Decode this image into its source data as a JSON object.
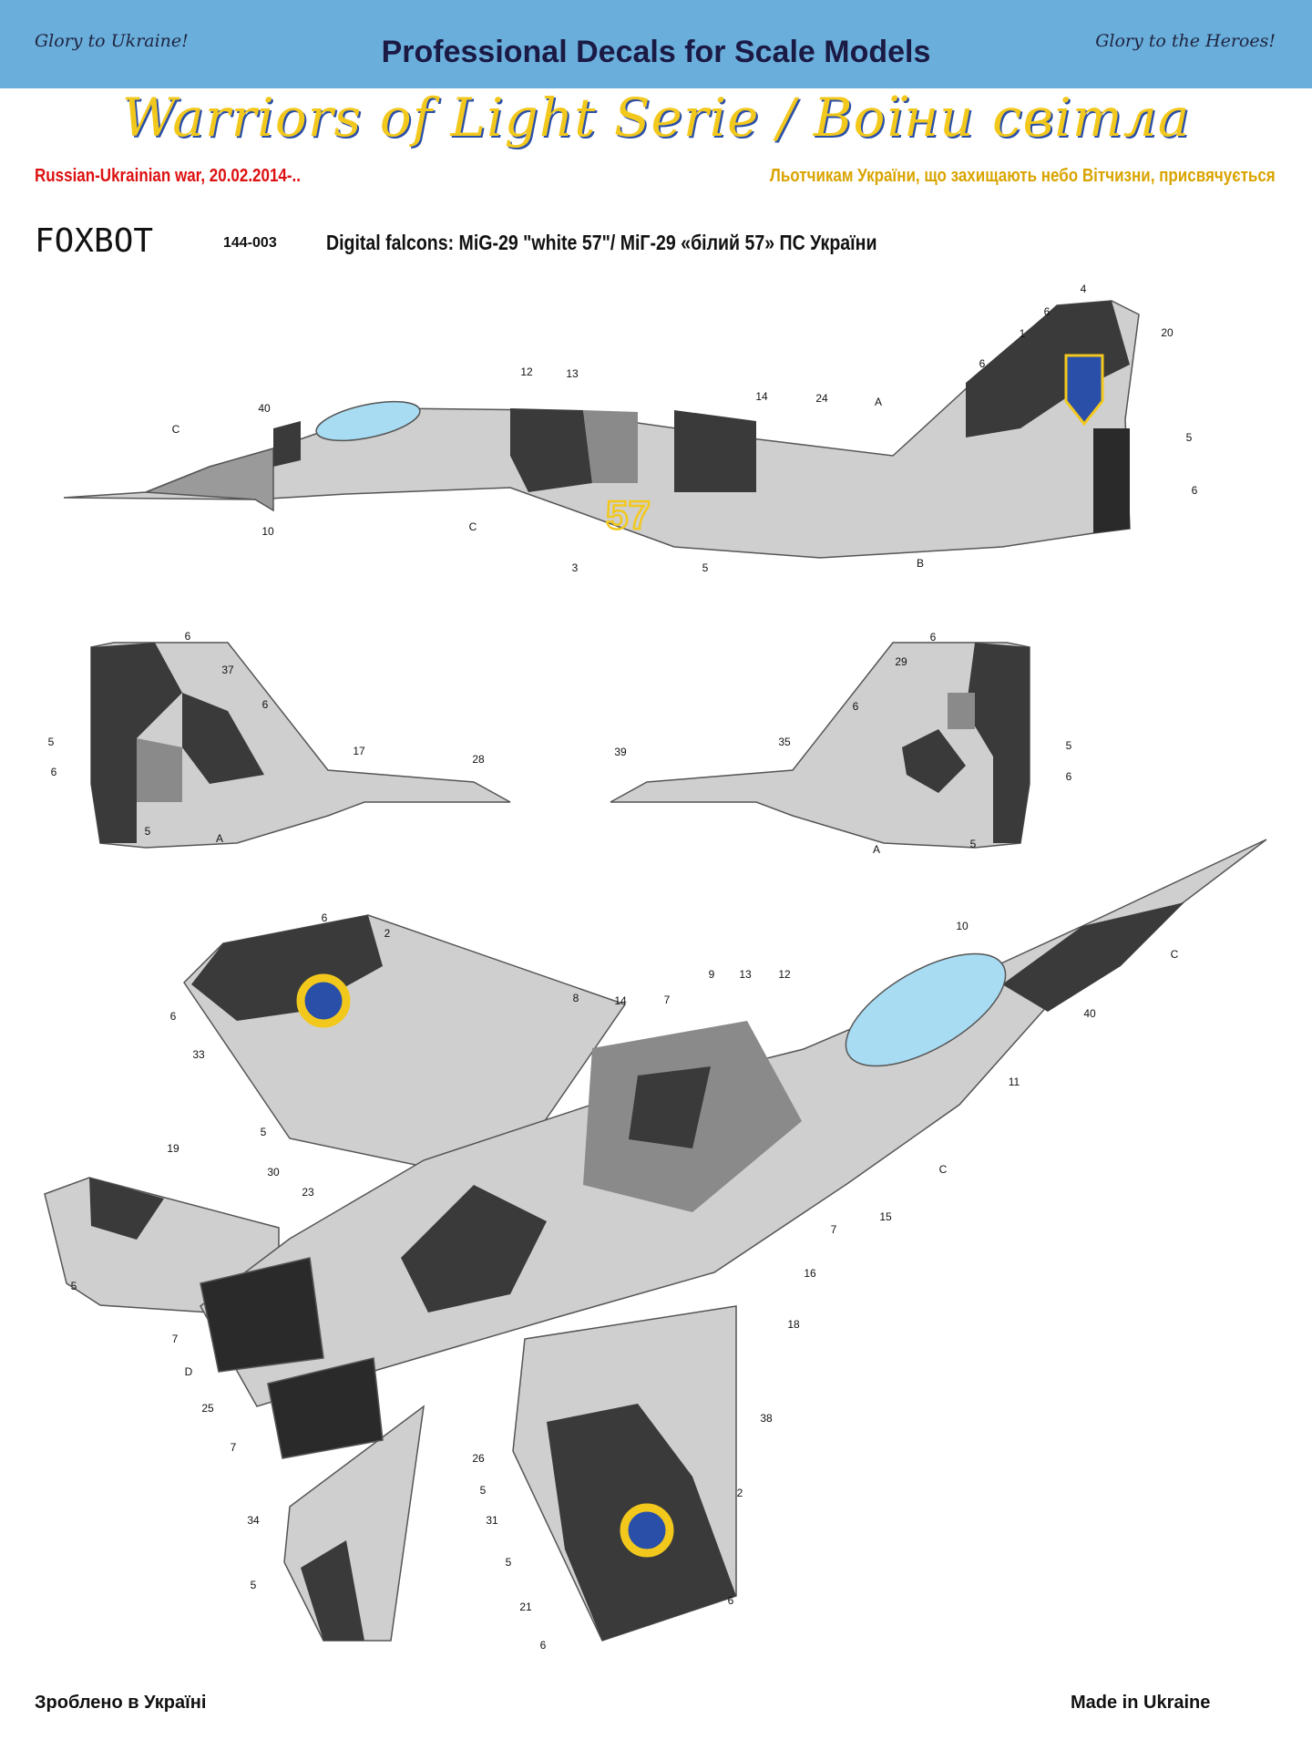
{
  "header": {
    "slogan_left": "Glory to Ukraine!",
    "slogan_right": "Glory to the Heroes!",
    "title": "Professional Decals for Scale Models",
    "series": "Warriors of Light Serie / Воїни світла",
    "war_line": "Russian-Ukrainian war, 20.02.2014-..",
    "dedication": "Льотчикам України, що захищають небо Вітчизни, присвячується",
    "brand": "FOXBOT",
    "code": "144-003",
    "subject": "Digital falcons: MiG-29 \"white 57\"/ МіГ-29 «білий 57» ПС України"
  },
  "aircraft": {
    "side_number": "57",
    "callouts": [
      "C",
      "40",
      "12",
      "13",
      "14",
      "24",
      "A",
      "4",
      "6",
      "1",
      "20",
      "6",
      "5",
      "6",
      "10",
      "C",
      "3",
      "5",
      "B",
      "6",
      "37",
      "6",
      "5",
      "17",
      "28",
      "6",
      "5",
      "A",
      "6",
      "29",
      "6",
      "35",
      "39",
      "5",
      "6",
      "A",
      "5",
      "6",
      "2",
      "6",
      "33",
      "5",
      "30",
      "19",
      "23",
      "5",
      "7",
      "D",
      "25",
      "7",
      "34",
      "5",
      "8",
      "14",
      "7",
      "9",
      "13",
      "12",
      "10",
      "C",
      "40",
      "11",
      "C",
      "15",
      "7",
      "16",
      "18",
      "38",
      "26",
      "5",
      "31",
      "2",
      "5",
      "21",
      "6",
      "6"
    ]
  },
  "colors": {
    "sky": "#6aaedb",
    "yellow": "#f2c81d",
    "blue": "#2a4fa8",
    "camo_dark": "#3a3a3a",
    "camo_mid": "#8a8a8a",
    "camo_light": "#cfcfcf"
  },
  "footer": {
    "left": "Зроблено в Україні",
    "right": "Made in Ukraine"
  }
}
